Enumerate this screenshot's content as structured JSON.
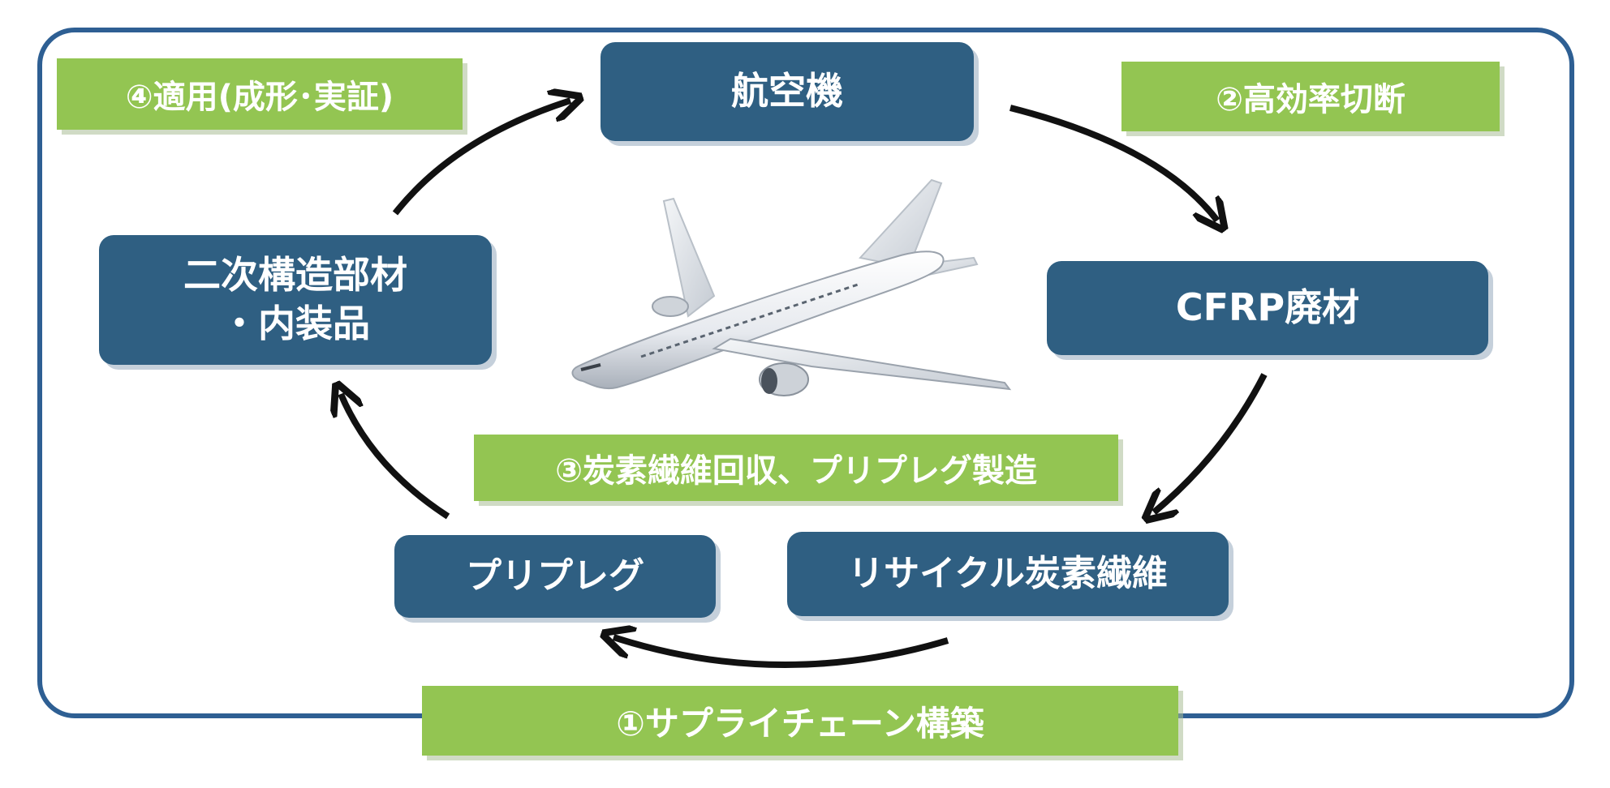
{
  "nodes": {
    "aircraft": "航空機",
    "cfrp_waste": "CFRP廃材",
    "recycled_fiber": "リサイクル炭素繊維",
    "prepreg": "プリプレグ",
    "secondary_parts_line1": "二次構造部材",
    "secondary_parts_line2": "・内装品"
  },
  "labels": {
    "step1": "①サプライチェーン構築",
    "step2": "②高効率切断",
    "step3": "③炭素繊維回収、プリプレグ製造",
    "step4": "④適用(成形･実証)"
  },
  "colors": {
    "frame": "#2e5f93",
    "node_fill": "#2f5f82",
    "label_fill": "#93c552",
    "arrow": "#111111"
  }
}
